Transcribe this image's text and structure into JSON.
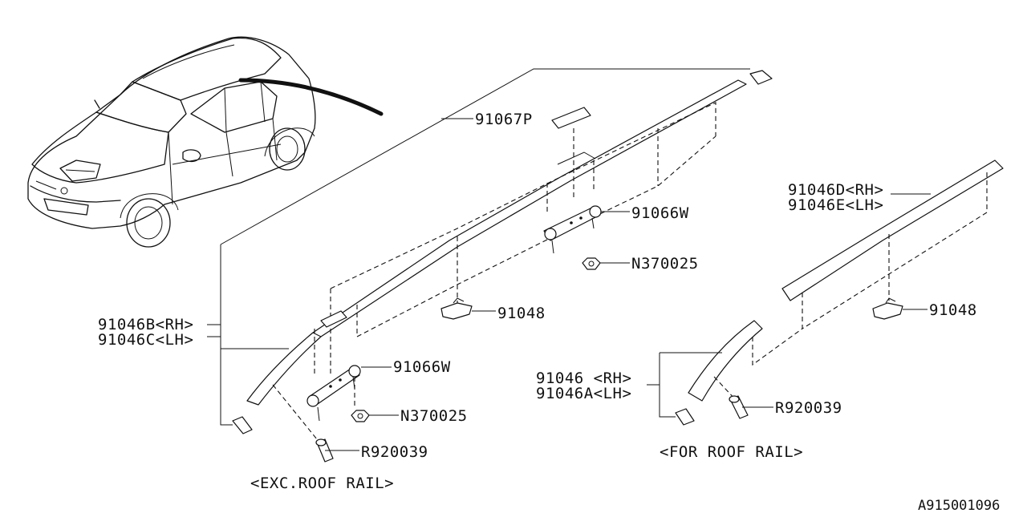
{
  "labels": {
    "p91067P": "91067P",
    "p91066W_upper": "91066W",
    "pN370025_upper": "N370025",
    "p91048_center": "91048",
    "p91046B": "91046B<RH>",
    "p91046C": "91046C<LH>",
    "p91066W_lower": "91066W",
    "pN370025_lower": "N370025",
    "pR920039_left": "R920039",
    "p91046D": "91046D<RH>",
    "p91046E": "91046E<LH>",
    "p91048_right": "91048",
    "p91046": "91046 <RH>",
    "p91046A": "91046A<LH>",
    "pR920039_right": "R920039"
  },
  "captions": {
    "exc_roof_rail": "<EXC.ROOF RAIL>",
    "for_roof_rail": "<FOR ROOF RAIL>",
    "diagram_id": "A915001096"
  }
}
